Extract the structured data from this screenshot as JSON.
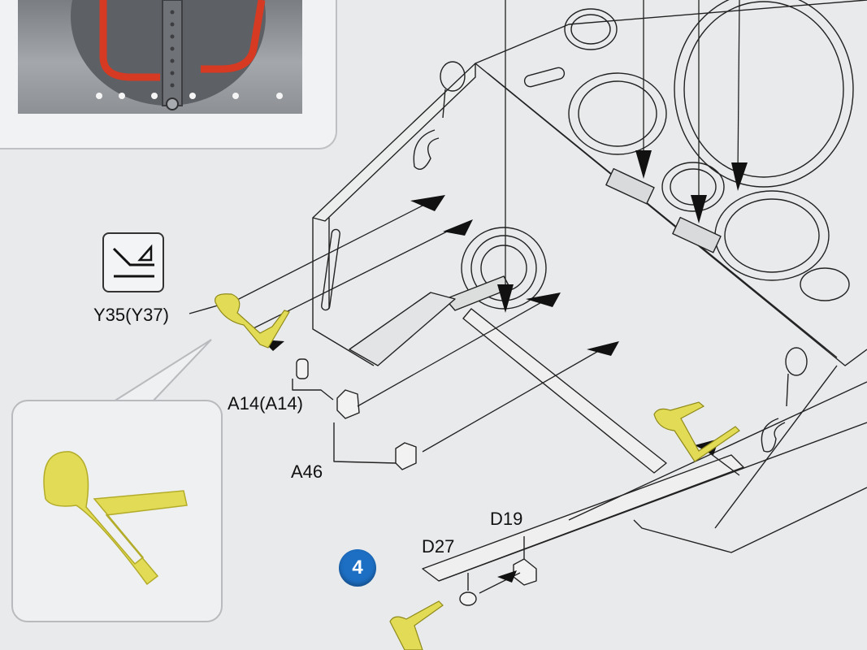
{
  "step": {
    "number": "4"
  },
  "symbol": {
    "icon": "sanding-angle-icon"
  },
  "labels": {
    "y35": "Y35(Y37)",
    "a14": "A14(A14)",
    "a46": "A46",
    "d19": "D19",
    "d27": "D27"
  },
  "colors": {
    "highlight_part": "#e2db55",
    "step_badge": "#1d6fc4",
    "gasket_red": "#d63a22"
  }
}
